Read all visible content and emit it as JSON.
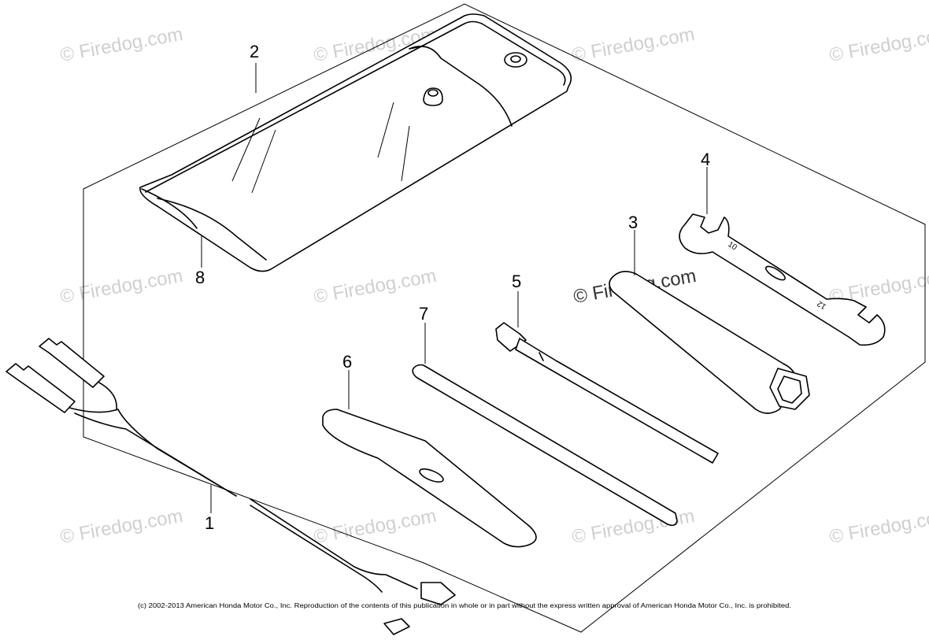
{
  "callouts": {
    "c1": "1",
    "c2": "2",
    "c3": "3",
    "c4": "4",
    "c5": "5",
    "c6": "6",
    "c7": "7",
    "c8": "8"
  },
  "wrench_sizes": {
    "small": "10",
    "large": "12"
  },
  "watermark": "© Firedog.com",
  "copyright": "(c) 2002-2013 American Honda Motor Co., Inc. Reproduction of the contents of this publication in whole or in part without the express written approval of American Honda Motor Co., Inc. is prohibited."
}
